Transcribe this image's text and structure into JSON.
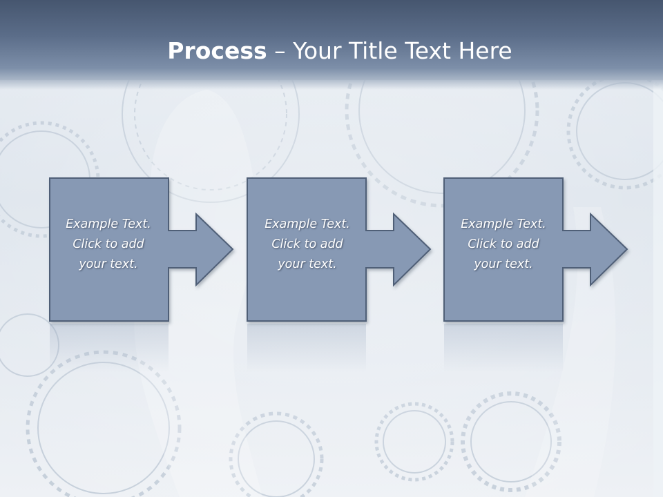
{
  "slide": {
    "title_bold": "Process",
    "title_rest": " – Your Title Text Here"
  },
  "steps": [
    {
      "lines": [
        "Example Text.",
        "Click  to add",
        "your text."
      ]
    },
    {
      "lines": [
        "Example Text.",
        "Click  to add",
        "your text."
      ]
    },
    {
      "lines": [
        "Example Text.",
        "Click  to add",
        "your text."
      ]
    }
  ],
  "colors": {
    "header_dark": "#46566f",
    "box_fill": "#8799b4",
    "box_stroke": "#4f5e77",
    "background": "#e3e9f0"
  }
}
